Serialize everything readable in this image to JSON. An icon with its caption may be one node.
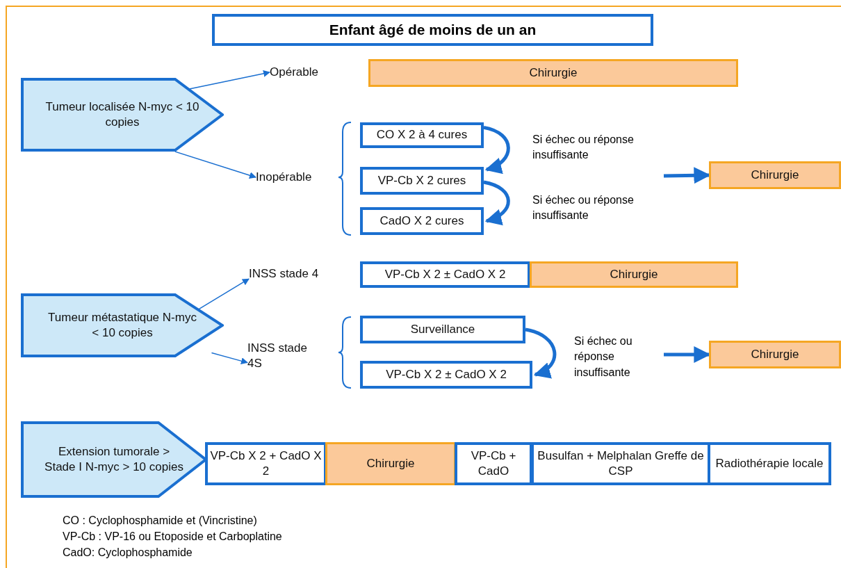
{
  "diagram": {
    "title": "Enfant âgé de moins de un an",
    "nodes": [
      {
        "text": [
          "Tumeur localisée N-myc < 10 copies"
        ]
      },
      {
        "text": [
          "Opérable"
        ]
      },
      {
        "text": [
          "Chirurgie"
        ]
      },
      {
        "text": [
          "Inopérable"
        ]
      },
      {
        "text": [
          "CO X 2 à 4 cures"
        ]
      },
      {
        "text": [
          "VP-Cb X 2 cures"
        ]
      },
      {
        "text": [
          "CadO X 2 cures"
        ]
      },
      {
        "text": [
          "Chirurgie"
        ]
      },
      {
        "text": [
          "Tumeur métastatique N-myc < 10 copies"
        ]
      },
      {
        "text": [
          "INSS stade 4"
        ]
      },
      {
        "text": [
          "VP-Cb X 2 ± CadO X 2"
        ]
      },
      {
        "text": [
          "Chirurgie"
        ]
      },
      {
        "text": [
          "INSS stade 4S"
        ]
      },
      {
        "text": [
          "Surveillance"
        ]
      },
      {
        "text": [
          "VP-Cb X 2 ± CadO X 2"
        ]
      },
      {
        "text": [
          "Chirurgie"
        ]
      },
      {
        "text": [
          "Extension tumorale > Stade I N-myc > 10 copies"
        ]
      },
      {
        "text": [
          "VP-Cb X 2 + CadO X 2"
        ]
      },
      {
        "text": [
          "Chirurgie"
        ]
      },
      {
        "text": [
          "VP-Cb + CadO"
        ]
      },
      {
        "text": [
          "Busulfan + Melphalan Greffe de CSP"
        ]
      },
      {
        "text": [
          "Radiothérapie locale"
        ]
      }
    ],
    "edges": [
      {
        "from": 0,
        "to": 1,
        "arrow": "to"
      },
      {
        "from": 0,
        "to": 3,
        "arrow": "to"
      },
      {
        "from": 4,
        "to": 5,
        "arrow": "to",
        "label": "Si échec ou réponse insuffisante"
      },
      {
        "from": 5,
        "to": 6,
        "arrow": "to",
        "label": "Si échec ou réponse insuffisante"
      },
      {
        "from": null,
        "to": 7,
        "arrow": "to"
      },
      {
        "from": 8,
        "to": 9,
        "arrow": "to"
      },
      {
        "from": 8,
        "to": 12,
        "arrow": "to"
      },
      {
        "from": 13,
        "to": 14,
        "arrow": "to",
        "label": "Si échec ou réponse insuffisante"
      },
      {
        "from": null,
        "to": 15,
        "arrow": "to"
      }
    ],
    "labels": [
      "CO : Cyclophosphamide et (Vincristine)",
      "VP-Cb : VP-16 ou Etoposide et Carboplatine",
      "CadO: Cyclophosphamide"
    ]
  }
}
